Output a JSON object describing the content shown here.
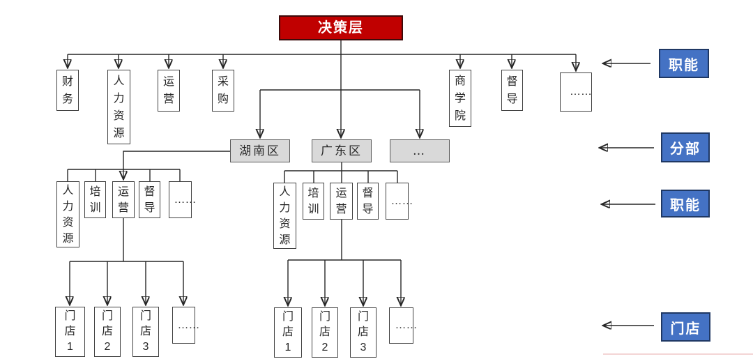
{
  "org": {
    "root": {
      "label": "决策层"
    },
    "top_functions": [
      {
        "label": "财务"
      },
      {
        "label": "人力资源"
      },
      {
        "label": "运营"
      },
      {
        "label": "采购"
      },
      {
        "label": "商学院"
      },
      {
        "label": "督导"
      },
      {
        "label": "……"
      }
    ],
    "divisions": [
      {
        "label": "湖南区"
      },
      {
        "label": "广东区"
      },
      {
        "label": "…"
      }
    ],
    "hunan_functions": [
      {
        "label": "人力资源"
      },
      {
        "label": "培训"
      },
      {
        "label": "运营"
      },
      {
        "label": "督导"
      },
      {
        "label": "……"
      }
    ],
    "guangdong_functions": [
      {
        "label": "人力资源"
      },
      {
        "label": "培训"
      },
      {
        "label": "运营"
      },
      {
        "label": "督导"
      },
      {
        "label": "……"
      }
    ],
    "hunan_stores": [
      {
        "label": "门店1"
      },
      {
        "label": "门店2"
      },
      {
        "label": "门店3"
      },
      {
        "label": "……"
      }
    ],
    "guangdong_stores": [
      {
        "label": "门店1"
      },
      {
        "label": "门店2"
      },
      {
        "label": "门店3"
      },
      {
        "label": "……"
      }
    ],
    "side_labels": [
      {
        "label": "职能"
      },
      {
        "label": "分部"
      },
      {
        "label": "职能"
      },
      {
        "label": "门店"
      }
    ],
    "colors": {
      "root_fill": "#c00000",
      "division_fill": "#d9d9d9",
      "side_label_fill": "#4472c4",
      "line": "#262626"
    }
  }
}
